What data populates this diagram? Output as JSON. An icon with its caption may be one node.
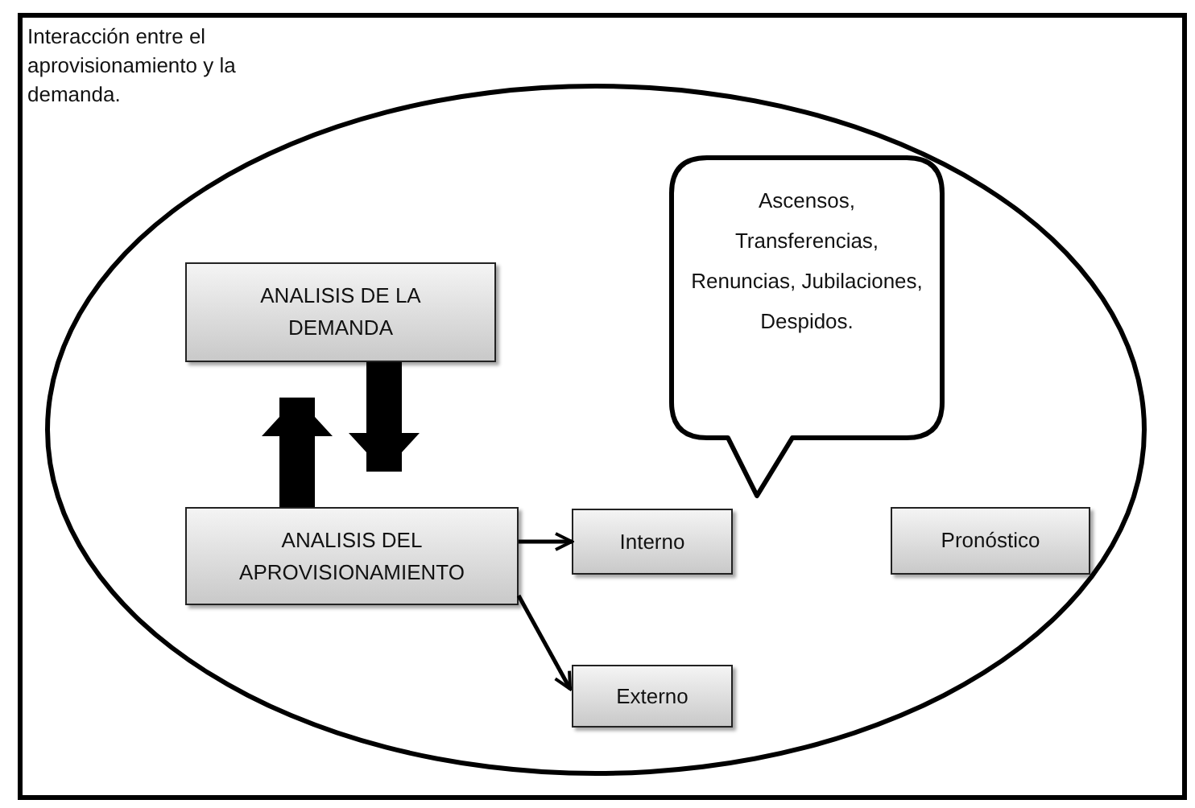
{
  "diagram": {
    "title": "Interacción entre el aprovisionamiento y la demanda.",
    "nodes": [
      {
        "text": [],
        "shape": "ellipse"
      },
      {
        "text": [
          "ANALISIS DE LA DEMANDA"
        ],
        "in": 0
      },
      {
        "text": [
          "ANALISIS DEL APROVISIONAMIENTO"
        ],
        "in": 0
      },
      {
        "text": [
          "Interno"
        ],
        "in": 0
      },
      {
        "text": [
          "Externo"
        ],
        "in": 0
      },
      {
        "text": [
          "Ascensos, Transferencias, Renuncias, Jubilaciones, Despidos."
        ],
        "in": 0
      },
      {
        "text": [
          "Pronóstico"
        ],
        "in": 0
      }
    ],
    "edges": [
      {
        "from": 2,
        "to": 1,
        "arrow": "to",
        "style": "thick"
      },
      {
        "from": 1,
        "to": 2,
        "arrow": "to",
        "style": "thick"
      },
      {
        "from": 2,
        "to": 3,
        "arrow": "to"
      },
      {
        "from": 2,
        "to": 4,
        "arrow": "to"
      }
    ]
  }
}
